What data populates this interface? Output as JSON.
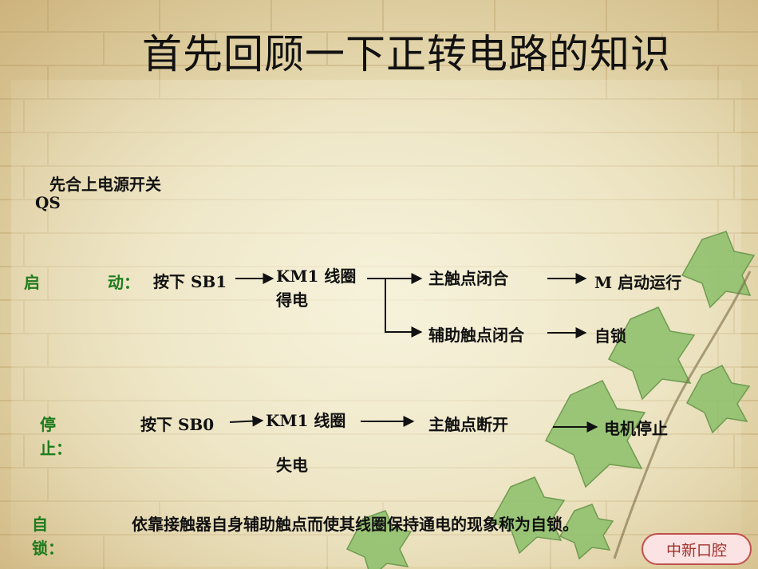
{
  "title": "首先回顾一下正转电路的知识",
  "intro": {
    "line1": "先合上电源开关",
    "line2": "QS"
  },
  "start": {
    "label_a": "启",
    "label_b": "动：",
    "press": "按下 SB1",
    "coil_a": "KM1 线圈",
    "coil_b": "得电",
    "main_contact": "主触点闭合",
    "motor_run": "M 启动运行",
    "aux_contact": "辅助触点闭合",
    "self_lock": "自锁"
  },
  "stop": {
    "label_a": "停",
    "label_b": "止：",
    "press": "按下 SB0",
    "coil_a": "KM1 线圈",
    "coil_b": "失电",
    "main_contact": "主触点断开",
    "motor_stop": "电机停止"
  },
  "selflock": {
    "label_a": "自",
    "label_b": "锁：",
    "definition": "依靠接触器自身辅助触点而使其线圈保持通电的现象称为自锁。"
  },
  "stamp": "中新口腔",
  "colors": {
    "label_green": "#1d7a1d",
    "stamp_border": "#c0504d",
    "stamp_fill": "#fbe3e3"
  }
}
